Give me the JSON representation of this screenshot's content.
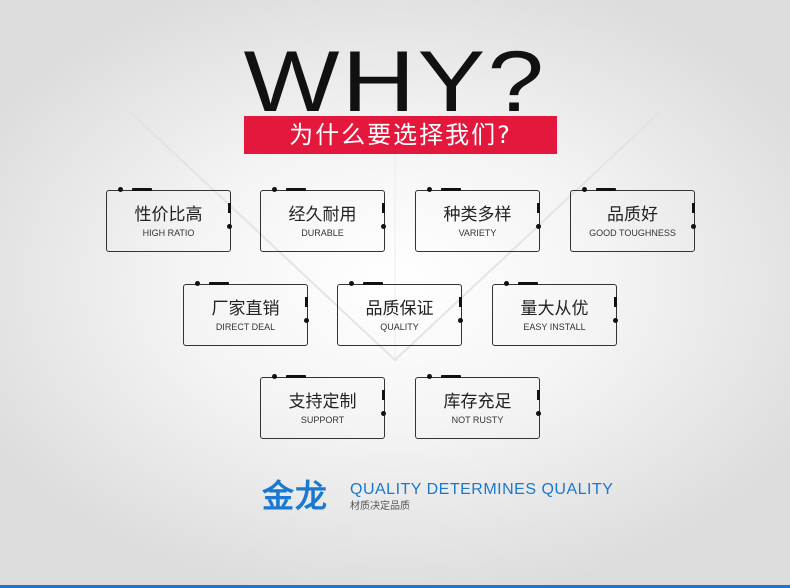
{
  "header": {
    "headline": "WHY?",
    "subtitle": "为什么要选择我们?"
  },
  "cards": [
    {
      "cn": "性价比高",
      "en": "HIGH RATIO"
    },
    {
      "cn": "经久耐用",
      "en": "DURABLE"
    },
    {
      "cn": "种类多样",
      "en": "VARIETY"
    },
    {
      "cn": "品质好",
      "en": "GOOD TOUGHNESS"
    },
    {
      "cn": "厂家直销",
      "en": "DIRECT DEAL"
    },
    {
      "cn": "品质保证",
      "en": "QUALITY"
    },
    {
      "cn": "量大从优",
      "en": "EASY INSTALL"
    },
    {
      "cn": "支持定制",
      "en": "SUPPORT"
    },
    {
      "cn": "库存充足",
      "en": "NOT RUSTY"
    }
  ],
  "brand": {
    "name": "金龙",
    "slogan": "QUALITY DETERMINES QUALITY",
    "slogan_cn": "材质决定品质"
  },
  "colors": {
    "accent_red": "#e3183c",
    "brand_blue": "#1a78d0"
  }
}
